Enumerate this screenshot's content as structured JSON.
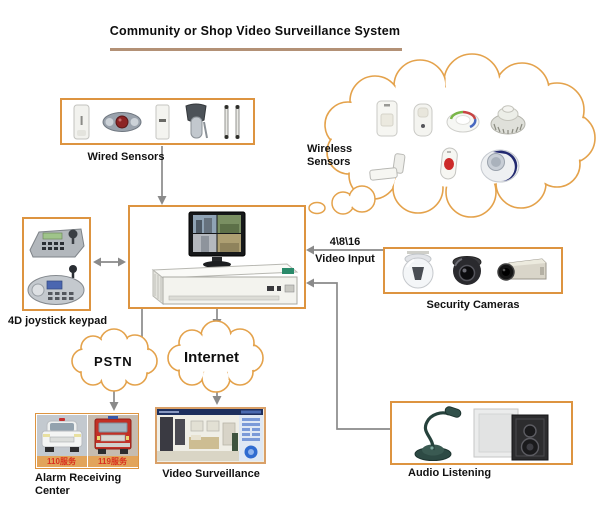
{
  "title": "Community or Shop Video Surveillance System",
  "colors": {
    "box_border": "#dd9440",
    "cloud_outline": "#e4a24b",
    "connector_gray": "#8a8a8a",
    "title_rule": "#b39176",
    "caption_text": "#d9301f",
    "caption_bg": "#e2a45a"
  },
  "wired_sensors": {
    "label": "Wired Sensors",
    "devices": [
      "pir-motion-sensor",
      "ceiling-pir-sensor",
      "curtain-pir-sensor",
      "outdoor-pir-sensor",
      "ir-beam-sensor-pair"
    ]
  },
  "wireless_sensors": {
    "label_line1": "Wireless",
    "label_line2": "Sensors",
    "devices": [
      "wireless-pir-sensor",
      "wireless-curtain-sensor",
      "wireless-ceiling-detector",
      "wireless-smoke-detector",
      "door-magnetic-contact",
      "panic-button",
      "wireless-siren"
    ]
  },
  "keypad": {
    "label": "4D joystick keypad",
    "devices": [
      "ptz-joystick-keyboard",
      "desktop-joystick-keypad"
    ]
  },
  "dvr": {
    "device": "surveillance-dvr-host-with-quad-monitor"
  },
  "video_input": {
    "channels": "4\\8\\16",
    "label": "Video Input"
  },
  "security_cameras": {
    "label": "Security Cameras",
    "devices": [
      "speed-dome-camera",
      "mini-dome-camera",
      "box-camera"
    ]
  },
  "pstn": {
    "label": "PSTN"
  },
  "internet": {
    "label": "Internet"
  },
  "alarm_center": {
    "label_line1": "Alarm Receiving",
    "label_line2": "Center",
    "photo_captions": [
      "110服务",
      "119服务"
    ],
    "photos": [
      "police-car-photo",
      "fire-truck-photo"
    ]
  },
  "video_surveillance": {
    "label": "Video Surveillance",
    "device": "cms-software-screen"
  },
  "audio_listening": {
    "label": "Audio Listening",
    "devices": [
      "gooseneck-microphone",
      "wall-speakers"
    ]
  }
}
